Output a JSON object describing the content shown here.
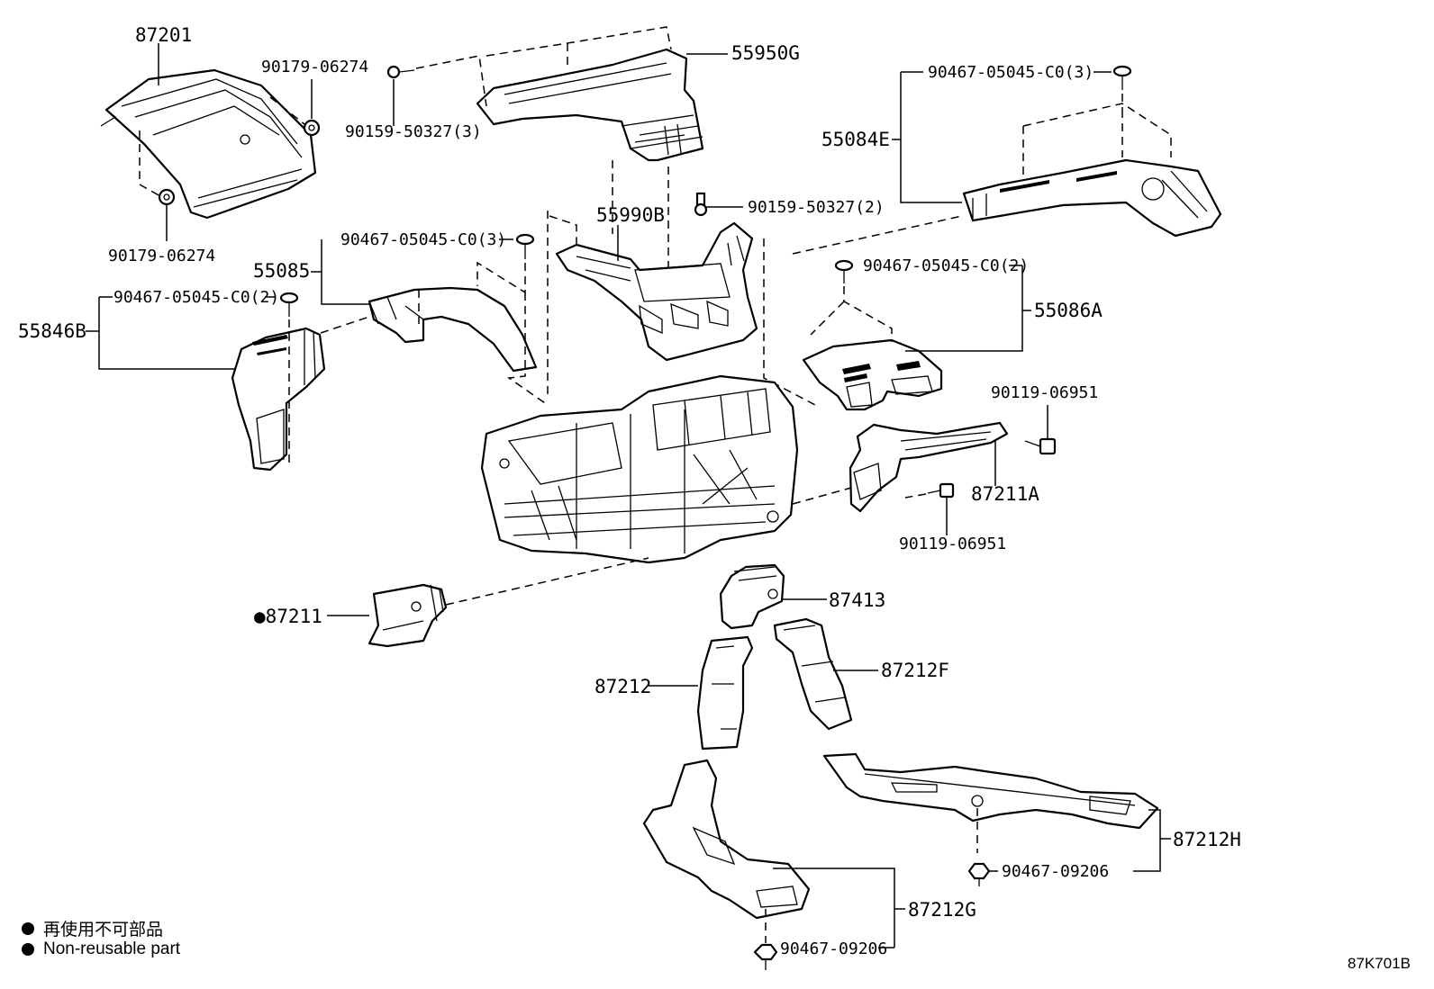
{
  "diagram_code": "87K701B",
  "legend": {
    "symbol": "●",
    "line_jp": "再使用不可部品",
    "line_en": "Non-reusable part"
  },
  "callouts": {
    "p87201": "87201",
    "p90179_a": "90179-06274",
    "p90179_b": "90179-06274",
    "p90159_3": "90159-50327(3)",
    "p55950G": "55950G",
    "p90467_3a": "90467-05045-C0(3)",
    "p55084E": "55084E",
    "p90159_2": "90159-50327(2)",
    "p55990B": "55990B",
    "p90467_3b": "90467-05045-C0(3)",
    "p55085": "55085",
    "p90467_2a": "90467-05045-C0(2)",
    "p55846B": "55846B",
    "p90467_2b": "90467-05045-C0(2)",
    "p55086A": "55086A",
    "p90119_a": "90119-06951",
    "p87211A": "87211A",
    "p90119_b": "90119-06951",
    "p87211": "●87211",
    "p87413": "87413",
    "p87212F": "87212F",
    "p87212": "87212",
    "p87212H": "87212H",
    "p90467_09206a": "90467-09206",
    "p87212G": "87212G",
    "p90467_09206b": "90467-09206"
  }
}
